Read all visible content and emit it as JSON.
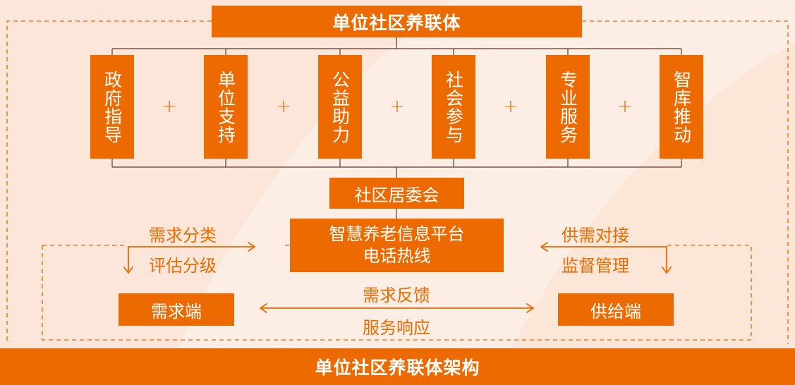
{
  "header": {
    "title": "单位社区养联体"
  },
  "pillars": [
    {
      "label": "政府指导"
    },
    {
      "label": "单位支持"
    },
    {
      "label": "公益助力"
    },
    {
      "label": "社会参与"
    },
    {
      "label": "专业服务"
    },
    {
      "label": "智库推动"
    }
  ],
  "plus_symbol": "+",
  "committee": {
    "label": "社区居委会"
  },
  "platform": {
    "line1": "智慧养老信息平台",
    "line2": "电话热线"
  },
  "left_flow": {
    "top": "需求分类",
    "bottom": "评估分级"
  },
  "right_flow": {
    "top": "供需对接",
    "bottom": "监督管理"
  },
  "demand_end": {
    "label": "需求端"
  },
  "supply_end": {
    "label": "供给端"
  },
  "middle_flow": {
    "top": "需求反馈",
    "bottom": "服务响应"
  },
  "footer": {
    "title": "单位社区养联体架构"
  },
  "colors": {
    "accent": "#ec6a00",
    "background": "#fbe6d9"
  }
}
